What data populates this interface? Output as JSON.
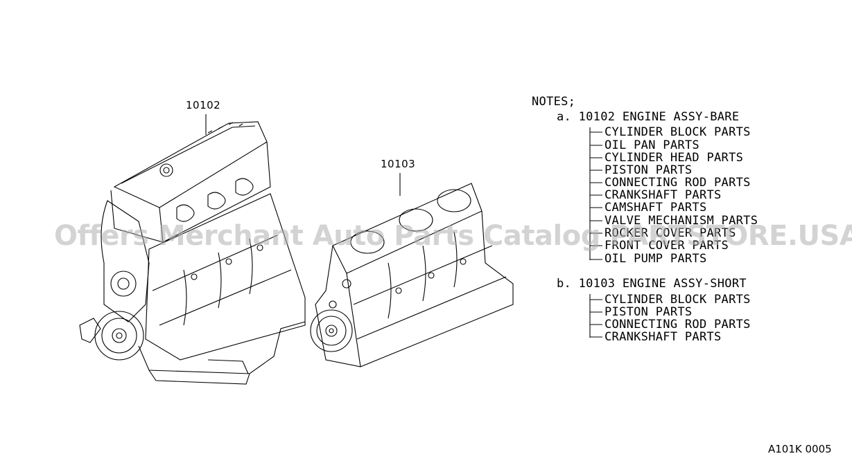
{
  "callouts": {
    "bare": "10102",
    "short": "10103"
  },
  "notes": {
    "heading": "NOTES;",
    "a": {
      "title": "a. 10102 ENGINE ASSY-BARE",
      "items": [
        "CYLINDER BLOCK PARTS",
        "OIL PAN PARTS",
        "CYLINDER HEAD PARTS",
        "PISTON PARTS",
        "CONNECTING ROD PARTS",
        "CRANKSHAFT PARTS",
        "CAMSHAFT PARTS",
        "VALVE MECHANISM PARTS",
        "ROCKER COVER PARTS",
        "FRONT COVER PARTS",
        "OIL PUMP PARTS"
      ]
    },
    "b": {
      "title": "b. 10103 ENGINE ASSY-SHORT",
      "items": [
        "CYLINDER BLOCK PARTS",
        "PISTON PARTS",
        "CONNECTING ROD PARTS",
        "CRANKSHAFT PARTS"
      ]
    }
  },
  "watermark": "Offers Merchant Auto Parts Catalog PARTSTORE.USA",
  "figure_code": "A101K 0005"
}
